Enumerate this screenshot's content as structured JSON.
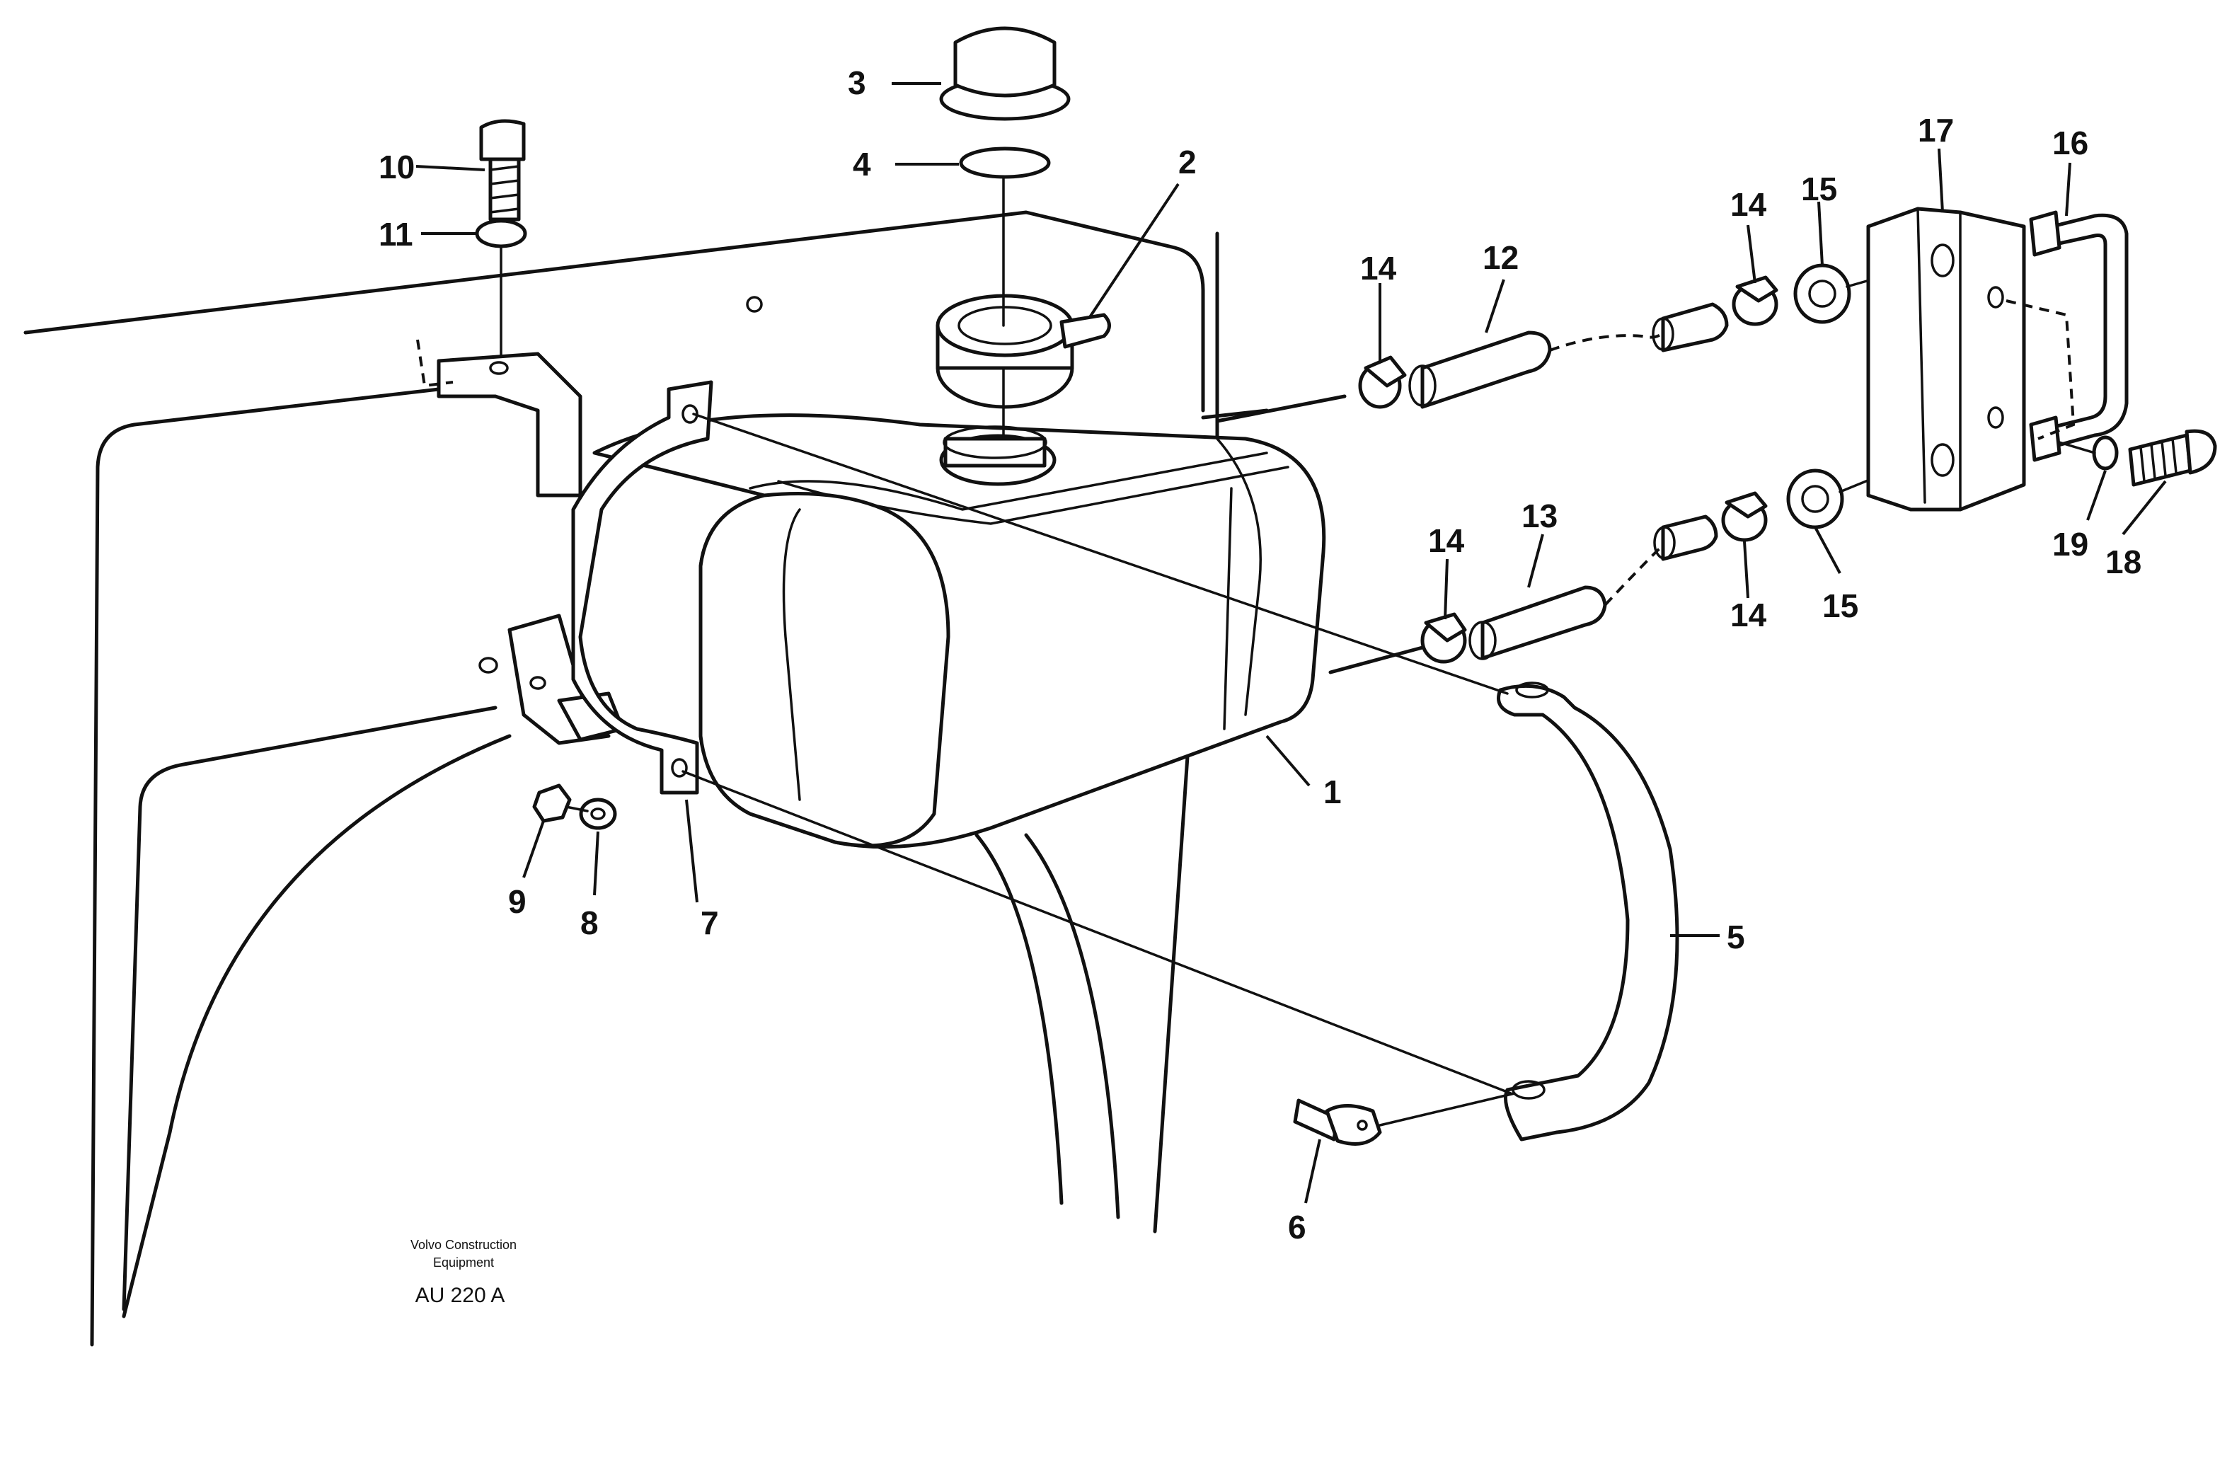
{
  "callouts": {
    "c1": "1",
    "c2": "2",
    "c3": "3",
    "c4": "4",
    "c5": "5",
    "c6": "6",
    "c7": "7",
    "c8": "8",
    "c9": "9",
    "c10": "10",
    "c11": "11",
    "c12": "12",
    "c13": "13",
    "c14a": "14",
    "c14b": "14",
    "c14c": "14",
    "c14d": "14",
    "c15a": "15",
    "c15b": "15",
    "c16": "16",
    "c17": "17",
    "c18": "18",
    "c19": "19"
  },
  "caption": {
    "line1": "Volvo Construction",
    "line2": "Equipment",
    "code": "AU 220 A"
  }
}
